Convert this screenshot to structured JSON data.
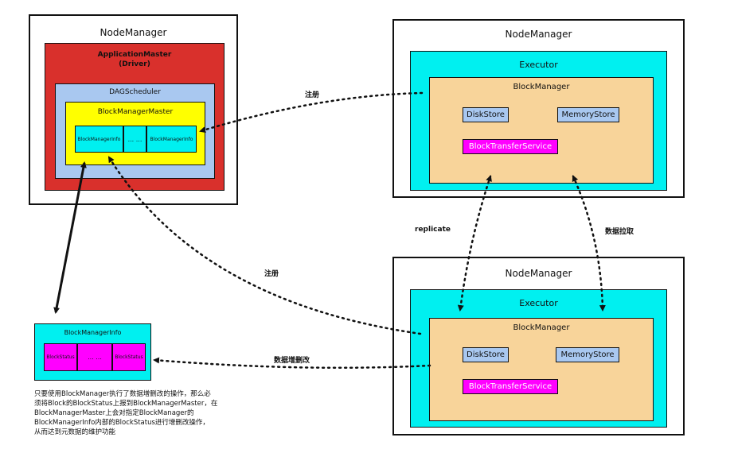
{
  "left_node": {
    "title": "NodeManager",
    "application_master": "ApplicationMaster\n(Driver)",
    "dag_scheduler": "DAGScheduler",
    "block_manager_master": "BlockManagerMaster",
    "cells": [
      "BlockManagerInfo",
      "... ...",
      "BlockManagerInfo"
    ]
  },
  "top_right_node": {
    "title": "NodeManager",
    "executor": "Executor",
    "block_manager": "BlockManager",
    "disk_store": "DiskStore",
    "memory_store": "MemoryStore",
    "transfer_service": "BlockTransferService"
  },
  "bottom_right_node": {
    "title": "NodeManager",
    "executor": "Executor",
    "block_manager": "BlockManager",
    "disk_store": "DiskStore",
    "memory_store": "MemoryStore",
    "transfer_service": "BlockTransferService"
  },
  "block_manager_info": {
    "title": "BlockManagerInfo",
    "cells": [
      "BlockStatus",
      "... ...",
      "BlockStatus"
    ]
  },
  "annotations": {
    "register_top": "注册",
    "register_middle": "注册",
    "replicate": "replicate",
    "data_pull": "数据拉取",
    "data_crud": "数据增删改"
  },
  "description": "只要使用BlockManager执行了数据增删改的操作，那么必\n须将Block的BlockStatus上报到BlockManagerMaster，在\nBlockManagerMaster上会对指定BlockManager的\nBlockManagerInfo内部的BlockStatus进行增删改操作，\n从而达到元数据的维护功能",
  "colors": {
    "application_master": "#d9302c",
    "dag_scheduler": "#a9c8f0",
    "block_manager_master": "#ffff00",
    "info_cell": "#00f0f0",
    "executor": "#00f0f0",
    "block_manager": "#f8d49a",
    "store": "#a9c8f0",
    "transfer_service": "#ff00ff",
    "status_cell": "#ff00ff"
  }
}
